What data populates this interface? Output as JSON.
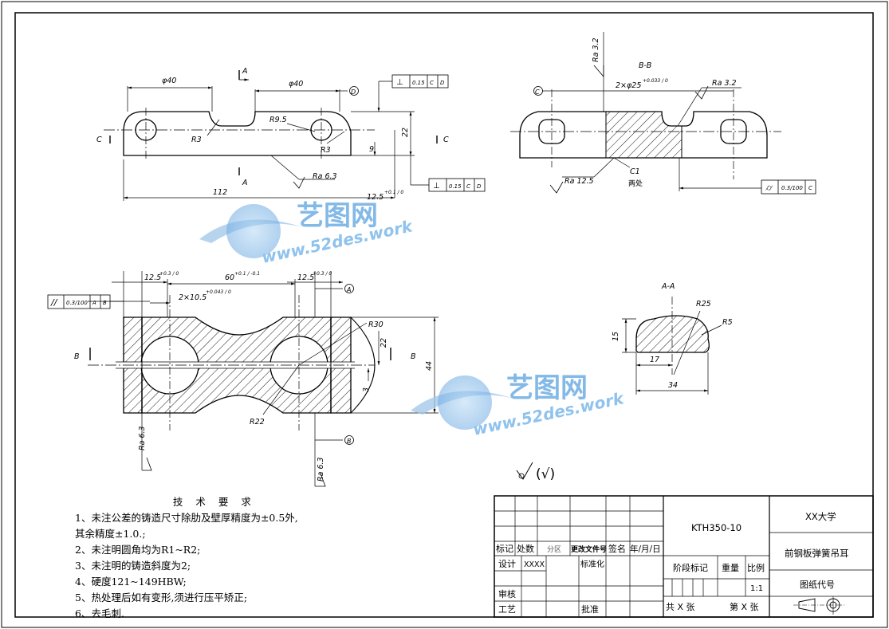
{
  "views": {
    "top": {
      "section_a": "A",
      "section_c": "C",
      "dim_phi40_left": "φ40",
      "dim_phi40_right": "φ40",
      "dim_r3_left": "R3",
      "dim_r3_right": "R3",
      "dim_r95": "R9.5",
      "dim_9": "9",
      "dim_22": "22",
      "dim_112": "112",
      "dim_125": "12.5",
      "dim_125_tol": "+0.1 / 0",
      "datum_d": "D",
      "ra_63": "Ra 6.3",
      "fcf_top": [
        "⊥",
        "0.15",
        "C",
        "D"
      ],
      "fcf_bottom": [
        "⊥",
        "0.15",
        "C",
        "D"
      ]
    },
    "section_bb": {
      "title": "B-B",
      "ra_32_left": "Ra 3.2",
      "ra_32_right": "Ra 3.2",
      "ra_125": "Ra 12.5",
      "hole_dim": "2×φ25",
      "hole_tol": "+0.033 / 0",
      "datum_c": "C",
      "chamfer": "C1",
      "chamfer_note": "两处",
      "fcf": [
        "⌭",
        "0.3/100",
        "C"
      ]
    },
    "plan": {
      "dim_125_left": "12.5",
      "dim_125_right": "12.5",
      "dim_125_tol": "+0.3 / 0",
      "dim_60": "60",
      "dim_60_tol": "+0.1 / -0.1",
      "hole_dim": "2×10.5",
      "hole_tol": "+0.043 / 0",
      "dim_r30": "R30",
      "dim_r22": "R22",
      "dim_22": "22",
      "dim_3": "3",
      "dim_44": "44",
      "section_b": "B",
      "datum_a": "A",
      "datum_b": "B",
      "ra_63_left": "Ra 6.3",
      "ra_63_right": "Ra 6.3",
      "fcf": [
        "//",
        "0.3/100",
        "A",
        "B"
      ]
    },
    "section_aa": {
      "title": "A-A",
      "dim_r25": "R25",
      "dim_r5": "R5",
      "dim_15": "15",
      "dim_17": "17",
      "dim_34": "34"
    },
    "general_roughness": "(√)"
  },
  "tech_req": {
    "title": "技 术 要 求",
    "lines": [
      "1、未注公差的铸造尺寸除肋及壁厚精度为±0.5外,",
      "其余精度±1.0.;",
      "2、未注明圆角均为R1~R2;",
      "3、未注明的铸造斜度为2;",
      "4、硬度121~149HBW;",
      "5、热处理后如有变形,须进行压平矫正;",
      "6、去毛刺."
    ]
  },
  "title_block": {
    "code": "KTH350-10",
    "university": "XX大学",
    "part_name": "前钢板弹簧吊耳",
    "drawing_code": "图纸代号",
    "stage_mark": "阶段标记",
    "weight": "重量",
    "scale_label": "比例",
    "scale": "1:1",
    "sheets_total": "共 X 张",
    "sheet_no": "第 X 张",
    "cells": {
      "mark": "标记",
      "count": "处数",
      "zone": "分区",
      "change_doc": "更改文件号",
      "sign": "签名",
      "date": "年/月/日",
      "design": "设计",
      "designer": "XXXX",
      "standardize": "标准化",
      "review": "审核",
      "process": "工艺",
      "approve": "批准"
    }
  },
  "watermark": {
    "brand": "艺图网",
    "url": "www.52des.work"
  }
}
